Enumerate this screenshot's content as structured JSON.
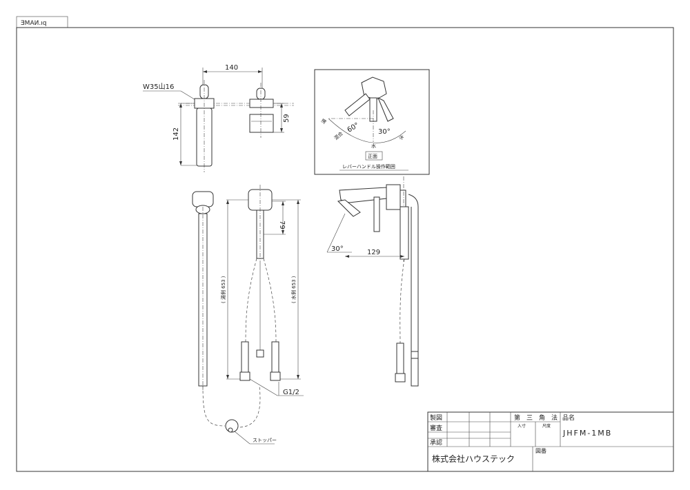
{
  "corner_tag": "ƎMAИ.ıq",
  "dimensions": {
    "d140": "140",
    "w35": "W35山16",
    "d142": "142",
    "d59": "59",
    "d79": "79",
    "hot653": "( 湯側 653 )",
    "cold653": "( 水側 653 )",
    "d129": "129",
    "a30b": "30°",
    "g12": "G1/2",
    "stopper": "ストッパー"
  },
  "inset": {
    "hot": "湯",
    "mix": "混合",
    "a60": "60°",
    "a30": "30°",
    "water_center": "水",
    "water_right": "水",
    "front": "正面",
    "caption": "レバーハンドル操作範囲"
  },
  "title_block": {
    "made": "製図",
    "checked": "審査",
    "approved": "承認",
    "projection": "第　三　角　法",
    "scale_in": "入寸",
    "scale": "尺度",
    "name_label": "品名",
    "product": "JHFM-1MB",
    "company": "株式会社ハウステック",
    "drawing_no": "図番"
  }
}
